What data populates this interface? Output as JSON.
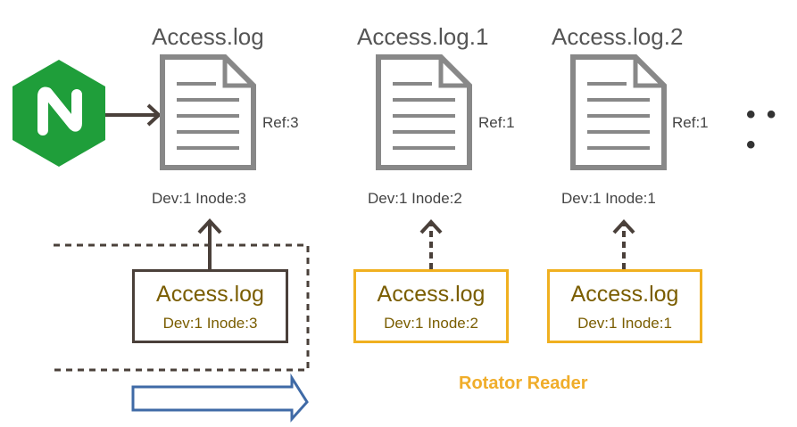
{
  "nginx": {
    "letter": "N",
    "color": "#1f9e3a"
  },
  "files": [
    {
      "title": "Access.log",
      "ref": "Ref:3",
      "dev_inode": "Dev:1 Inode:3"
    },
    {
      "title": "Access.log.1",
      "ref": "Ref:1",
      "dev_inode": "Dev:1 Inode:2"
    },
    {
      "title": "Access.log.2",
      "ref": "Ref:1",
      "dev_inode": "Dev:1 Inode:1"
    }
  ],
  "ellipsis": "• • •",
  "readers": [
    {
      "name": "Access.log",
      "dev_inode": "Dev:1 Inode:3",
      "style": "active"
    },
    {
      "name": "Access.log",
      "dev_inode": "Dev:1 Inode:2",
      "style": "rotator"
    },
    {
      "name": "Access.log",
      "dev_inode": "Dev:1 Inode:1",
      "style": "rotator"
    }
  ],
  "rotator_label": "Rotator Reader",
  "colors": {
    "doc_gray": "#888888",
    "dark_border": "#4a403a",
    "rotator_yellow": "#f0b020",
    "reader_text": "#7a5d00",
    "flow_arrow": "#3f6aa6"
  }
}
